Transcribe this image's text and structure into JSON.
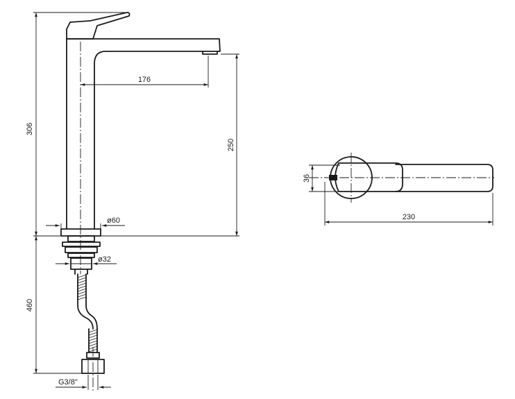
{
  "dimensions": {
    "total_height": "306",
    "spout_reach": "176",
    "spout_height": "250",
    "body_diameter": "ø60",
    "thread_diameter": "ø32",
    "hose_length": "460",
    "inlet_thread": "G3/8\"",
    "handle_height": "36",
    "overall_length": "230"
  }
}
